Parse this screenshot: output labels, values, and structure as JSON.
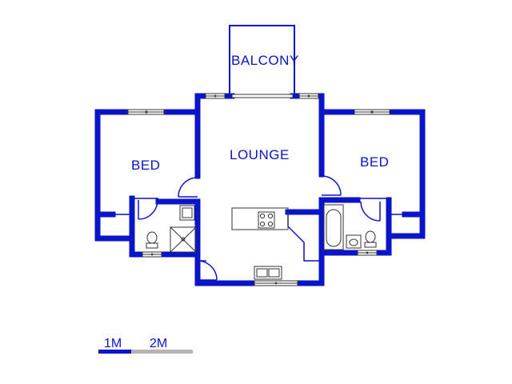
{
  "rooms": {
    "balcony": "BALCONY",
    "lounge": "LOUNGE",
    "bed_left": "BED",
    "bed_right": "BED"
  },
  "scale": {
    "label_1": "1M",
    "label_2": "2M"
  },
  "colors": {
    "wall": "#0a14c8",
    "line": "#0a14c8",
    "fixture": "#333333",
    "scale_gray": "#b4b4b4"
  }
}
